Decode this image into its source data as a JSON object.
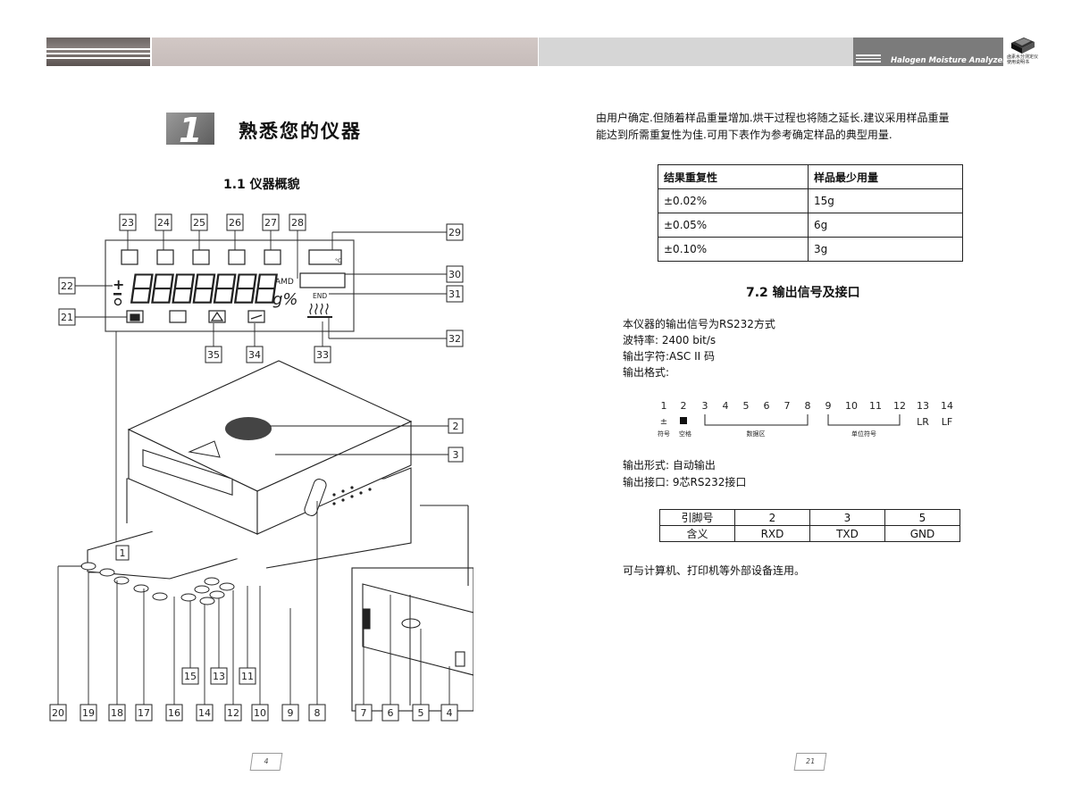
{
  "header": {
    "brand": "Halogen Moisture Analyzer",
    "brand_cn": [
      "卤素水分测定仪",
      "使用说明书"
    ]
  },
  "left_page": {
    "chapter_number": "1",
    "chapter_title": "熟悉您的仪器",
    "section_title": "1.1 仪器概貌",
    "callouts_top": [
      "23",
      "24",
      "25",
      "26",
      "27",
      "28",
      "29",
      "30",
      "31",
      "32",
      "22",
      "21",
      "35",
      "34",
      "33"
    ],
    "callouts_device": [
      "2",
      "3",
      "1"
    ],
    "callouts_bottom": [
      "20",
      "19",
      "18",
      "17",
      "16",
      "15",
      "14",
      "13",
      "12",
      "11",
      "10",
      "9",
      "8",
      "7",
      "6",
      "5",
      "4"
    ],
    "display": {
      "unit": "g%",
      "amd": "AMD",
      "end": "END",
      "temp_unit": "°C"
    },
    "page_number": "4"
  },
  "right_page": {
    "intro_lines": [
      "由用户确定.但随着样品重量增加.烘干过程也将随之延长.建议采用样品重量",
      "能达到所需重复性为佳.可用下表作为参考确定样品的典型用量."
    ],
    "repeat_table": {
      "headers": [
        "结果重复性",
        "样品最少用量"
      ],
      "rows": [
        [
          "±0.02%",
          "15g"
        ],
        [
          "±0.05%",
          "6g"
        ],
        [
          "±0.10%",
          "3g"
        ]
      ]
    },
    "section_title": "7.2 输出信号及接口",
    "signal_lines": [
      "本仪器的输出信号为RS232方式",
      "波特率: 2400 bit/s",
      "输出字符:ASC II 码",
      "输出格式:"
    ],
    "format": {
      "positions": [
        "1",
        "2",
        "3",
        "4",
        "5",
        "6",
        "7",
        "8",
        "9",
        "10",
        "11",
        "12",
        "13",
        "14"
      ],
      "sign_symbol": "±",
      "sign_label": "符号",
      "space_label": "空格",
      "data_label": "数据区",
      "unit_label": "单位符号",
      "lr": "LR",
      "lf": "LF"
    },
    "output_lines": [
      "输出形式: 自动输出",
      "输出接口: 9芯RS232接口"
    ],
    "pin_table": {
      "headers": [
        "引脚号",
        "2",
        "3",
        "5"
      ],
      "row": [
        "含义",
        "RXD",
        "TXD",
        "GND"
      ]
    },
    "closing": "可与计算机、打印机等外部设备连用。",
    "page_number": "21"
  }
}
